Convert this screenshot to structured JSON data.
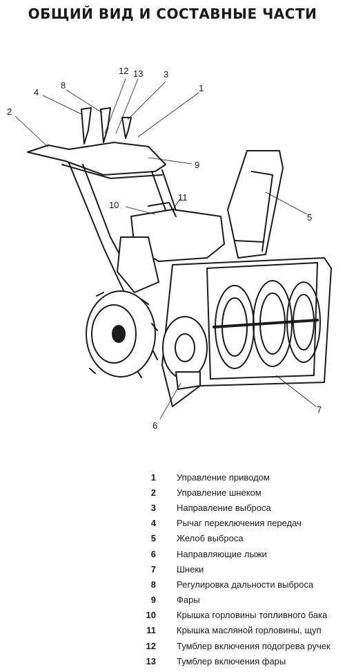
{
  "title": "ОБЩИЙ ВИД И СОСТАВНЫЕ ЧАСТИ",
  "figure": {
    "callouts": [
      "1",
      "2",
      "3",
      "4",
      "5",
      "6",
      "7",
      "8",
      "9",
      "10",
      "11",
      "12",
      "13"
    ]
  },
  "legend": [
    {
      "num": "1",
      "text": "Управление приводом"
    },
    {
      "num": "2",
      "text": "Управление шнеком"
    },
    {
      "num": "3",
      "text": "Направление выброса"
    },
    {
      "num": "4",
      "text": "Рычаг переключения передач"
    },
    {
      "num": "5",
      "text": "Желоб выброса"
    },
    {
      "num": "6",
      "text": "Направляющие лыжи"
    },
    {
      "num": "7",
      "text": "Шнеки"
    },
    {
      "num": "8",
      "text": "Регулировка дальности выброса"
    },
    {
      "num": "9",
      "text": "Фары"
    },
    {
      "num": "10",
      "text": "Крышка горловины топливного бака"
    },
    {
      "num": "11",
      "text": "Крышка масляной горловины, щуп"
    },
    {
      "num": "12",
      "text": "Тумблер включения подогрева ручек"
    },
    {
      "num": "13",
      "text": "Тумблер включения фары"
    }
  ]
}
